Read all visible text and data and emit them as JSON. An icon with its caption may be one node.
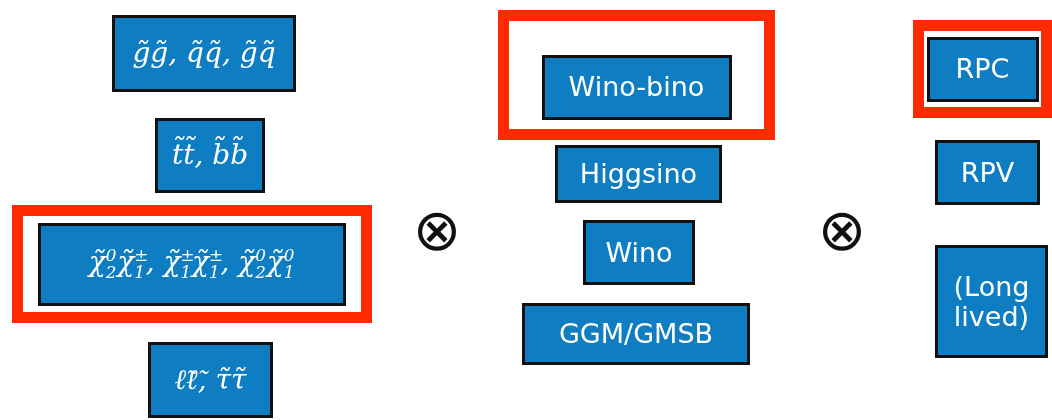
{
  "diagram": {
    "nodes": [
      {
        "text": [
          "g̃g̃, q̃q̃, g̃q̃"
        ]
      },
      {
        "text": [
          "t̃t̃, b̃b̃"
        ]
      },
      {
        "text": [],
        "shape": "box"
      },
      {
        "text": [
          "χ̃$^{0}$$_{2}$χ̃$^{±}$$_{1}$, χ̃$^{±}$$_{1}$χ̃$^{±}$$_{1}$, χ̃$^{0}$$_{2}$χ̃$^{0}$$_{1}$"
        ],
        "in": 2
      },
      {
        "text": [
          "ℓ̃ℓ̃, τ̃τ̃"
        ]
      },
      {
        "text": [],
        "shape": "box"
      },
      {
        "text": [
          "Wino-bino"
        ],
        "in": 5
      },
      {
        "text": [
          "Higgsino"
        ]
      },
      {
        "text": [
          "Wino"
        ]
      },
      {
        "text": [
          "GGM/GMSB"
        ]
      },
      {
        "text": [],
        "shape": "box"
      },
      {
        "text": [
          "RPC"
        ],
        "in": 10
      },
      {
        "text": [
          "RPV"
        ]
      },
      {
        "text": [
          "(Long lived)"
        ]
      }
    ],
    "labels": [
      "⊗",
      "⊗"
    ]
  }
}
